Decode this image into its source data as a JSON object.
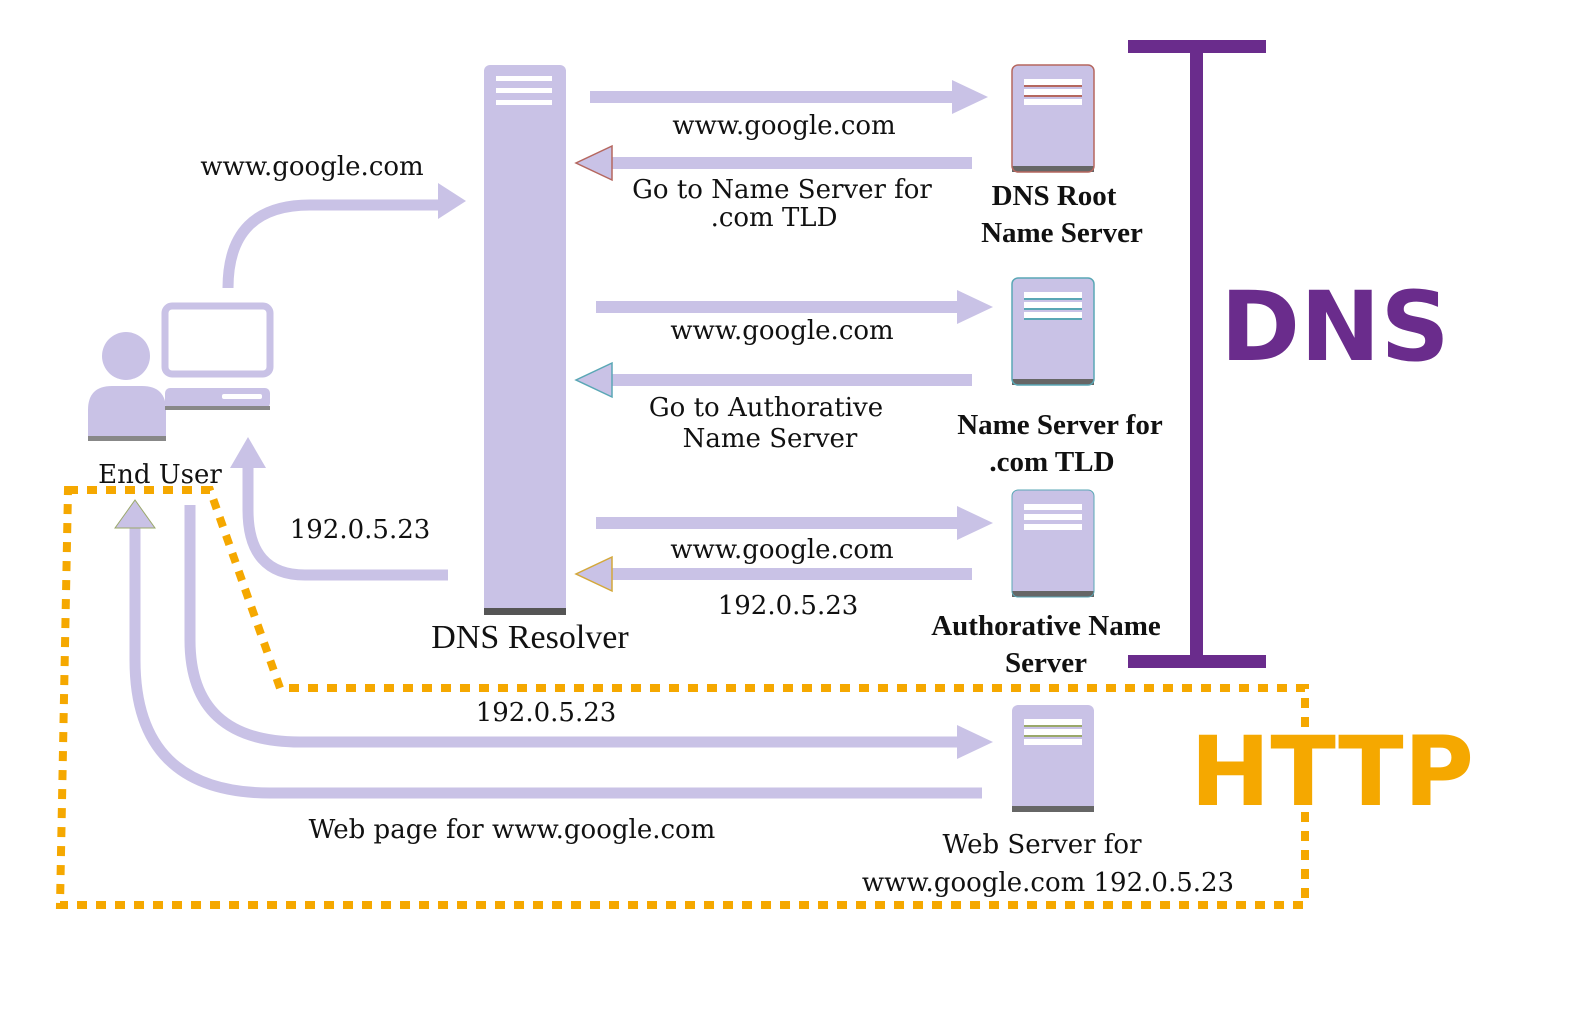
{
  "colors": {
    "flow": "#c9c2e6",
    "dns": "#6a2c8c",
    "http": "#f5a800",
    "root_accent": "#b5675f",
    "tld_accent": "#5aa7b5",
    "auth_accent": "#d4a83a"
  },
  "labels": {
    "end_user": "End User",
    "resolver": "DNS Resolver",
    "query_user": "www.google.com",
    "answer_user": "192.0.5.23",
    "query_root": "www.google.com",
    "reply_root_1": "Go to Name Server for",
    "reply_root_2": ".com TLD",
    "root_1": "DNS Root",
    "root_2": "Name Server",
    "query_tld": "www.google.com",
    "reply_tld_1": "Go to Authorative",
    "reply_tld_2": "Name Server",
    "tld_1": "Name Server for",
    "tld_2": ".com TLD",
    "query_auth": "www.google.com",
    "reply_auth": "192.0.5.23",
    "auth_1": "Authorative Name",
    "auth_2": "Server",
    "http_request": "192.0.5.23",
    "http_response": "Web page for www.google.com",
    "web_1": "Web Server for",
    "web_2": "www.google.com 192.0.5.23",
    "dns": "DNS",
    "http": "HTTP"
  }
}
